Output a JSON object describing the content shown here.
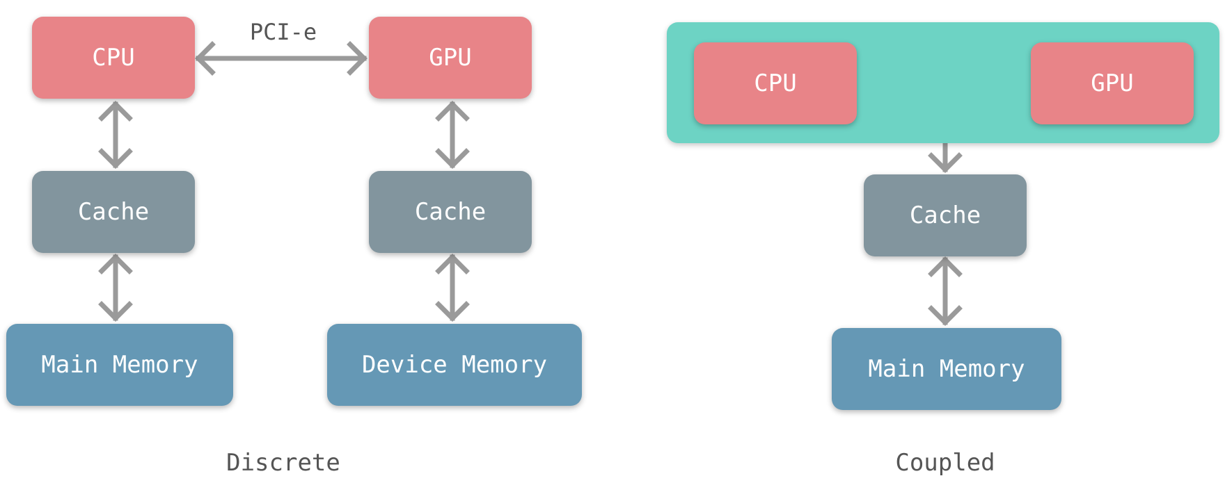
{
  "discrete": {
    "cpu": "CPU",
    "gpu": "GPU",
    "link": "PCI-e",
    "cpu_cache": "Cache",
    "gpu_cache": "Cache",
    "main_memory": "Main Memory",
    "device_memory": "Device Memory",
    "caption": "Discrete"
  },
  "coupled": {
    "cpu": "CPU",
    "gpu": "GPU",
    "cache": "Cache",
    "main_memory": "Main Memory",
    "caption": "Coupled"
  },
  "colors": {
    "processor": "#e88488",
    "cache": "#82959e",
    "memory": "#6598b5",
    "chip": "#6dd3c4",
    "arrow": "#9a9a9a"
  }
}
